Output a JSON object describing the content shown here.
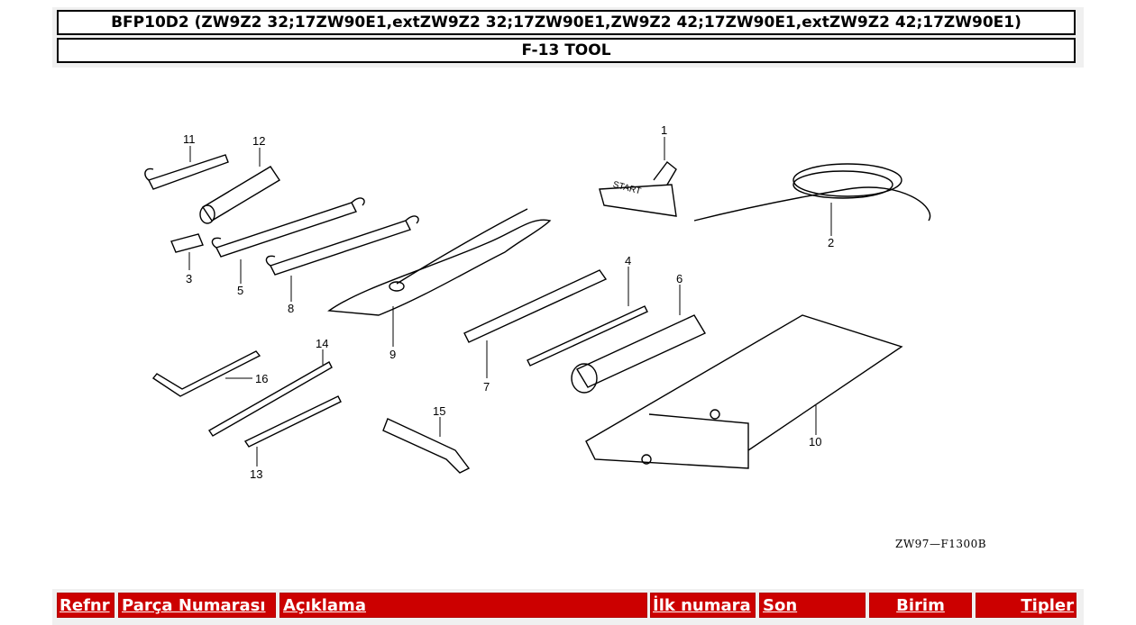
{
  "header": {
    "title": "BFP10D2 (ZW9Z2 32;17ZW90E1,extZW9Z2 32;17ZW90E1,ZW9Z2 42;17ZW90E1,extZW9Z2 42;17ZW90E1)",
    "subtitle": "F-13 TOOL"
  },
  "diagram": {
    "code": "ZW97—F1300B",
    "labels": [
      "1",
      "2",
      "3",
      "4",
      "5",
      "6",
      "7",
      "8",
      "9",
      "10",
      "11",
      "12",
      "13",
      "14",
      "15",
      "16"
    ],
    "starter_text": "START"
  },
  "table": {
    "columns": [
      "Refnr",
      "Parça Numarası",
      "Açıklama",
      "İlk numara",
      "Son",
      "Birim",
      "Tipler"
    ]
  }
}
